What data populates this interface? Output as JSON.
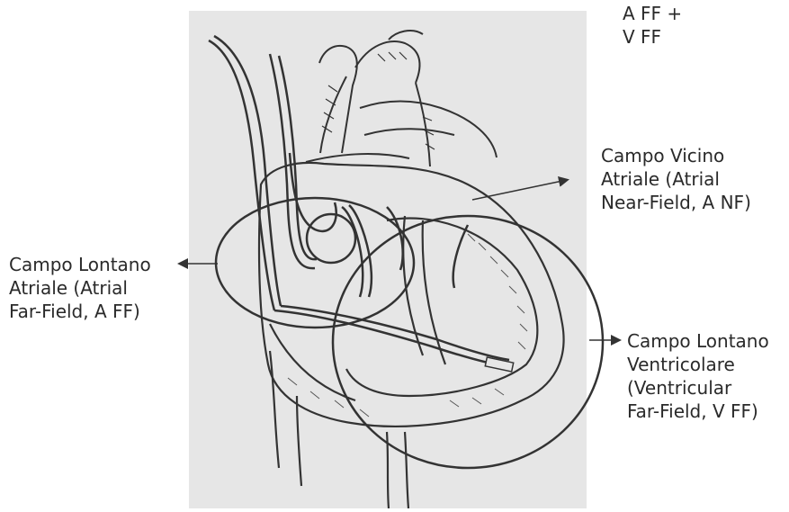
{
  "labels": {
    "combined": "A FF +\nV FF",
    "atrial_near_field": "Campo Vicino\nAtriale (Atrial\nNear-Field, A NF)",
    "atrial_far_field": "Campo Lontano\nAtriale (Atrial\nFar-Field, A FF)",
    "ventricular_far_field": "Campo Lontano\nVentricolare\n(Ventricular\nFar-Field, V FF)"
  },
  "colors": {
    "illustration_background": "#e6e6e6",
    "ink": "#2a2a2a"
  }
}
